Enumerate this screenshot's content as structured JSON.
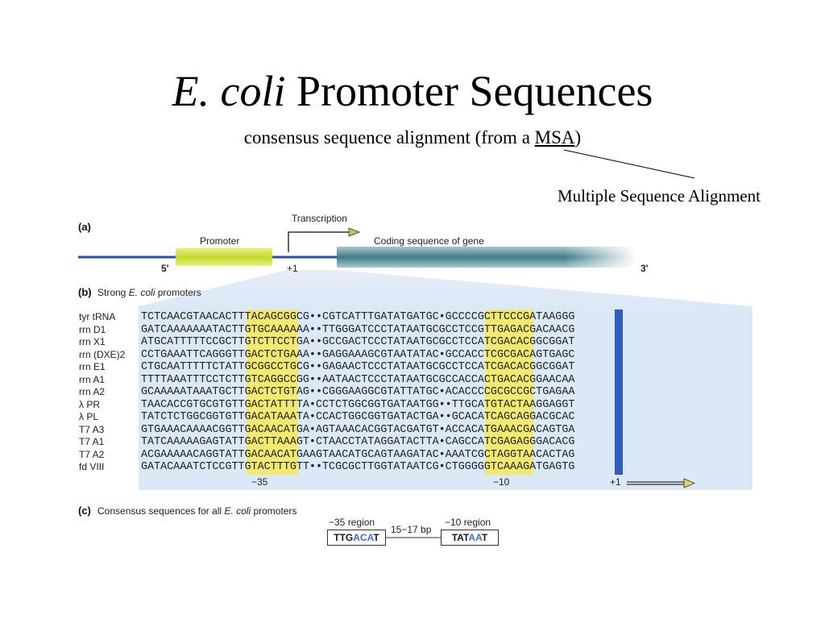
{
  "slide": {
    "title_italic": "E. coli",
    "title_rest": " Promoter Sequences",
    "subtitle_pre": "consensus sequence alignment (from a ",
    "subtitle_abbrev": "MSA",
    "subtitle_post": ")",
    "callout": "Multiple Sequence Alignment"
  },
  "panel_a": {
    "label": "(a)",
    "transcription": "Transcription",
    "promoter": "Promoter",
    "coding": "Coding sequence of gene",
    "five_prime": "5'",
    "plus_one": "+1",
    "three_prime": "3'"
  },
  "panel_b": {
    "label": "(b)",
    "caption_pre": "Strong ",
    "caption_italic": "E. coli",
    "caption_post": " promoters",
    "names": [
      "tyr tRNA",
      "rrn D1",
      "rrn X1",
      "rrn (DXE)2",
      "rrn E1",
      "rrn A1",
      "rrn A2",
      "λ PR",
      "λ PL",
      "T7 A3",
      "T7 A1",
      "T7 A2",
      "fd VIII"
    ],
    "sequences": [
      "TCTCAACGTAACACTTTACAGCGGCG••CGTCATTTGATATGATGC•GCCCCGCTTCCCGATAAGGG",
      "GATCAAAAAAATACTTGTGCAAAAAA••TTGGGATCCCTATAATGCGCCTCCGTTGAGACGACAACG",
      "ATGCATTTTTCCGCTTGTCTTCCTGA••GCCGACTCCCTATAATGCGCCTCCATCGACACGGCGGAT",
      "CCTGAAATTCAGGGTTGACTCTGAAA••GAGGAAAGCGTAATATAC•GCCACCTCGCGACAGTGAGC",
      "CTGCAATTTTTCTATTGCGGCCTGCG••GAGAACTCCCTATAATGCGCCTCCATCGACACGGCGGAT",
      "TTTTAAATTTCCTCTTGTCAGGCCGG••AATAACTCCCTATAATGCGCCACCACTGACACGGAACAA",
      "GCAAAAATAAATGCTTGACTCTGTAG••CGGGAAGGCGTATTATGC•ACACCCCGCGCCGCTGAGAA",
      "TAACACCGTGCGTGTTGACTATTTTA•CCTCTGGCGGTGATAATGG••TTGCATGTACTAAGGAGGT",
      "TATCTCTGGCGGTGTTGACATAAATA•CCACTGGCGGTGATACTGA••GCACATCAGCAGGACGCAC",
      "GTGAAACAAAACGGTTGACAACATGA•AGTAAACACGGTACGATGT•ACCACATGAAACGACAGTGA",
      "TATCAAAAAGAGTATTGACTTAAAGT•CTAACCTATAGGATACTTA•CAGCCATCGAGAGGGACACG",
      "ACGAAAAACAGGTATTGACAACATGAAGTAACATGCAGTAAGATAC•AAATCGCTAGGTAACACTAG",
      "GATACAAATCTCCGTTGTACTTTGTT••TCGCGCTTGGTATAATCG•CTGGGGGTCAAAGATGAGTG"
    ],
    "minus35": "−35",
    "minus10": "−10",
    "plus1": "+1"
  },
  "panel_c": {
    "label": "(c)",
    "caption_pre": "Consensus sequences for all ",
    "caption_italic": "E. coli",
    "caption_post": " promoters",
    "region35": "−35 region",
    "spacer": "15−17 bp",
    "region10": "−10 region",
    "box35_a": "TTG",
    "box35_b": "ACA",
    "box35_c": "T",
    "box10_a": "TAT",
    "box10_b": "AA",
    "box10_c": "T"
  },
  "colors": {
    "highlight": "#f1ea6f",
    "start_site": "#2f5fc4",
    "panel_bg": "#dbe9f6",
    "dna_line": "#1f4fbf",
    "promoter": "#c8dc3c",
    "coding": "#4b8a94"
  }
}
